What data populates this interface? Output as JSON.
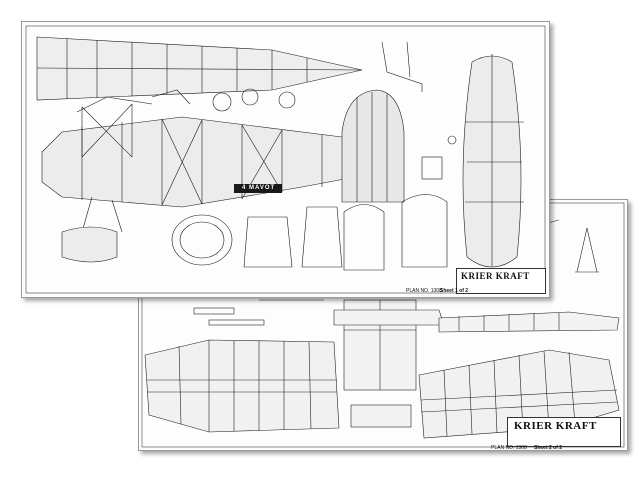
{
  "sheet1": {
    "brand": "KRIER KRAFT",
    "plan_number": "PLAN NO. 1308",
    "sheet_label": "Sheet 1 of 2",
    "fuselage_lettering": "4 MAVOT"
  },
  "sheet2": {
    "brand": "KRIER KRAFT",
    "plan_number": "PLAN NO. 1308",
    "sheet_label": "Sheet 2 of 2"
  }
}
